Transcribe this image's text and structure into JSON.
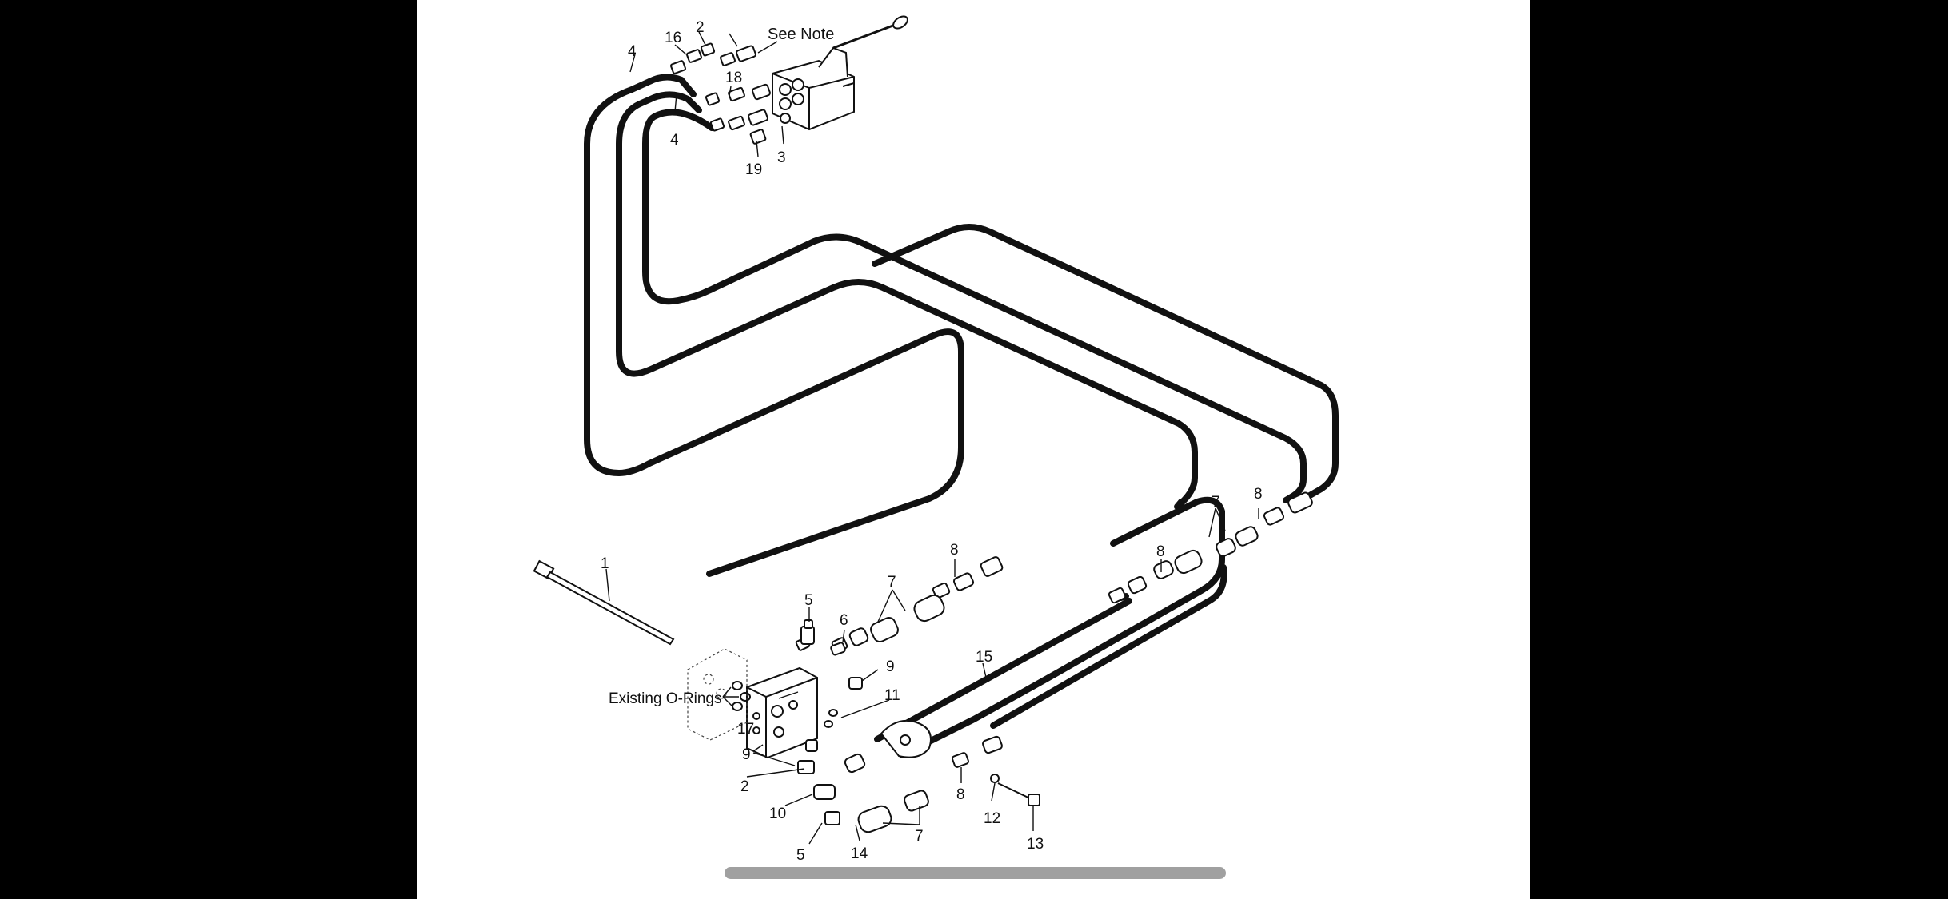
{
  "diagram": {
    "notes": {
      "see_note": "See Note",
      "existing_o_rings": "Existing O-Rings"
    },
    "callouts": {
      "c16": "16",
      "c2_top": "2",
      "c4_top": "4",
      "c18": "18",
      "c4_mid": "4",
      "c19": "19",
      "c3": "3",
      "c8_right": "8",
      "c7_right": "7",
      "c8_mid": "8",
      "c8_left": "8",
      "c7_left": "7",
      "c1": "1",
      "c5_top": "5",
      "c6": "6",
      "c15": "15",
      "c9_right": "9",
      "c11": "11",
      "c17": "17",
      "c9_left": "9",
      "c2_bottom": "2",
      "c10": "10",
      "c5_bottom": "5",
      "c14": "14",
      "c7_bottom": "7",
      "c8_bottom": "8",
      "c12": "12",
      "c13": "13"
    }
  },
  "colors": {
    "viewer_background": "#000000",
    "page_background": "#ffffff",
    "line_art": "#111111",
    "scroll_indicator": "#a0a0a0"
  }
}
